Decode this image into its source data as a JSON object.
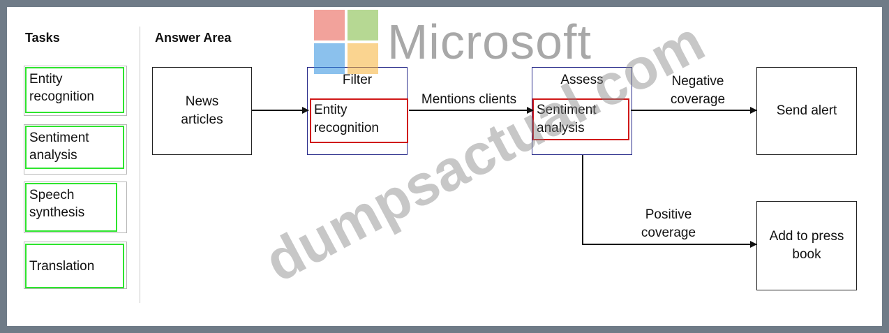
{
  "tasks": {
    "title": "Tasks",
    "items": [
      "Entity recognition",
      "Sentiment analysis",
      "Speech synthesis",
      "Translation"
    ]
  },
  "answer": {
    "title": "Answer Area",
    "news_articles": "News articles",
    "filter_label": "Filter",
    "filter_slot": "Entity recognition",
    "mentions_clients": "Mentions clients",
    "assess_label": "Assess",
    "assess_slot": "Sentiment analysis",
    "negative_coverage": "Negative coverage",
    "send_alert": "Send alert",
    "positive_coverage": "Positive coverage",
    "add_to_press_book": "Add to press book"
  },
  "watermark": {
    "brand": "Microsoft",
    "site": "dumpsactual.com",
    "logo_colors": [
      "#e8574a",
      "#7cba3c",
      "#2e8fe0",
      "#f7b236"
    ]
  },
  "colors": {
    "task_border": "#2ee52e",
    "slot_border": "#d01818",
    "container_border": "#2b2e8c"
  }
}
